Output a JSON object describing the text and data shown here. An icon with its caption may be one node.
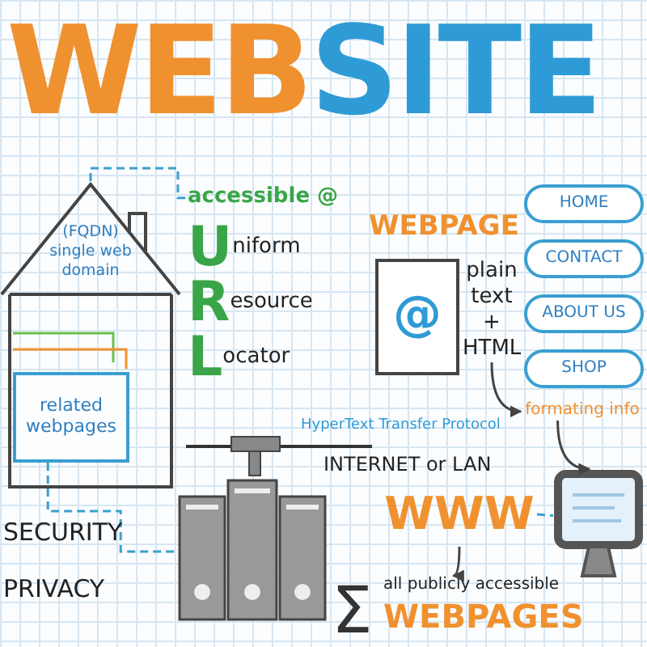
{
  "diagram": {
    "title": "WEBSITE",
    "nodes": [
      {
        "text": [
          "(FQDN) single web domain"
        ]
      },
      {
        "text": [
          "related webpages"
        ],
        "in": 0
      },
      {
        "text": [
          "accessible @",
          "Uniform",
          "Resource",
          "Locator"
        ]
      },
      {
        "text": [
          "@"
        ]
      },
      {
        "text": [
          "plain text + HTML"
        ]
      },
      {
        "text": [
          "formating info"
        ]
      },
      {
        "text": [],
        "shape": "picture"
      },
      {
        "text": [],
        "shape": "picture"
      },
      {
        "text": [
          "WWW"
        ]
      },
      {
        "text": [
          "Σ",
          "all publicly accessible",
          "WEBPAGES"
        ]
      },
      {
        "text": [
          "HOME"
        ]
      },
      {
        "text": [
          "CONTACT"
        ]
      },
      {
        "text": [
          "ABOUT US"
        ]
      },
      {
        "text": [
          "SHOP"
        ]
      }
    ],
    "edges": [
      {
        "from": 0,
        "to": 2,
        "arrow": "none",
        "style": "dashed",
        "color": "#3a9fd0"
      },
      {
        "from": 1,
        "to": 6,
        "arrow": "none",
        "style": "dashed",
        "color": "#3a9fd0"
      },
      {
        "from": 4,
        "to": 5,
        "arrow": "to",
        "color": "#444444"
      },
      {
        "from": 5,
        "to": 7,
        "arrow": "to",
        "color": "#444444"
      },
      {
        "from": 8,
        "to": 7,
        "arrow": "none",
        "style": "dashed",
        "color": "#3a9fd0"
      },
      {
        "from": 8,
        "to": 9,
        "arrow": "to",
        "color": "#444444"
      }
    ],
    "labels": [
      "WEBPAGE",
      "HyperText Transfer Protocol",
      "INTERNET or LAN",
      "SECURITY",
      "PRIVACY"
    ]
  }
}
